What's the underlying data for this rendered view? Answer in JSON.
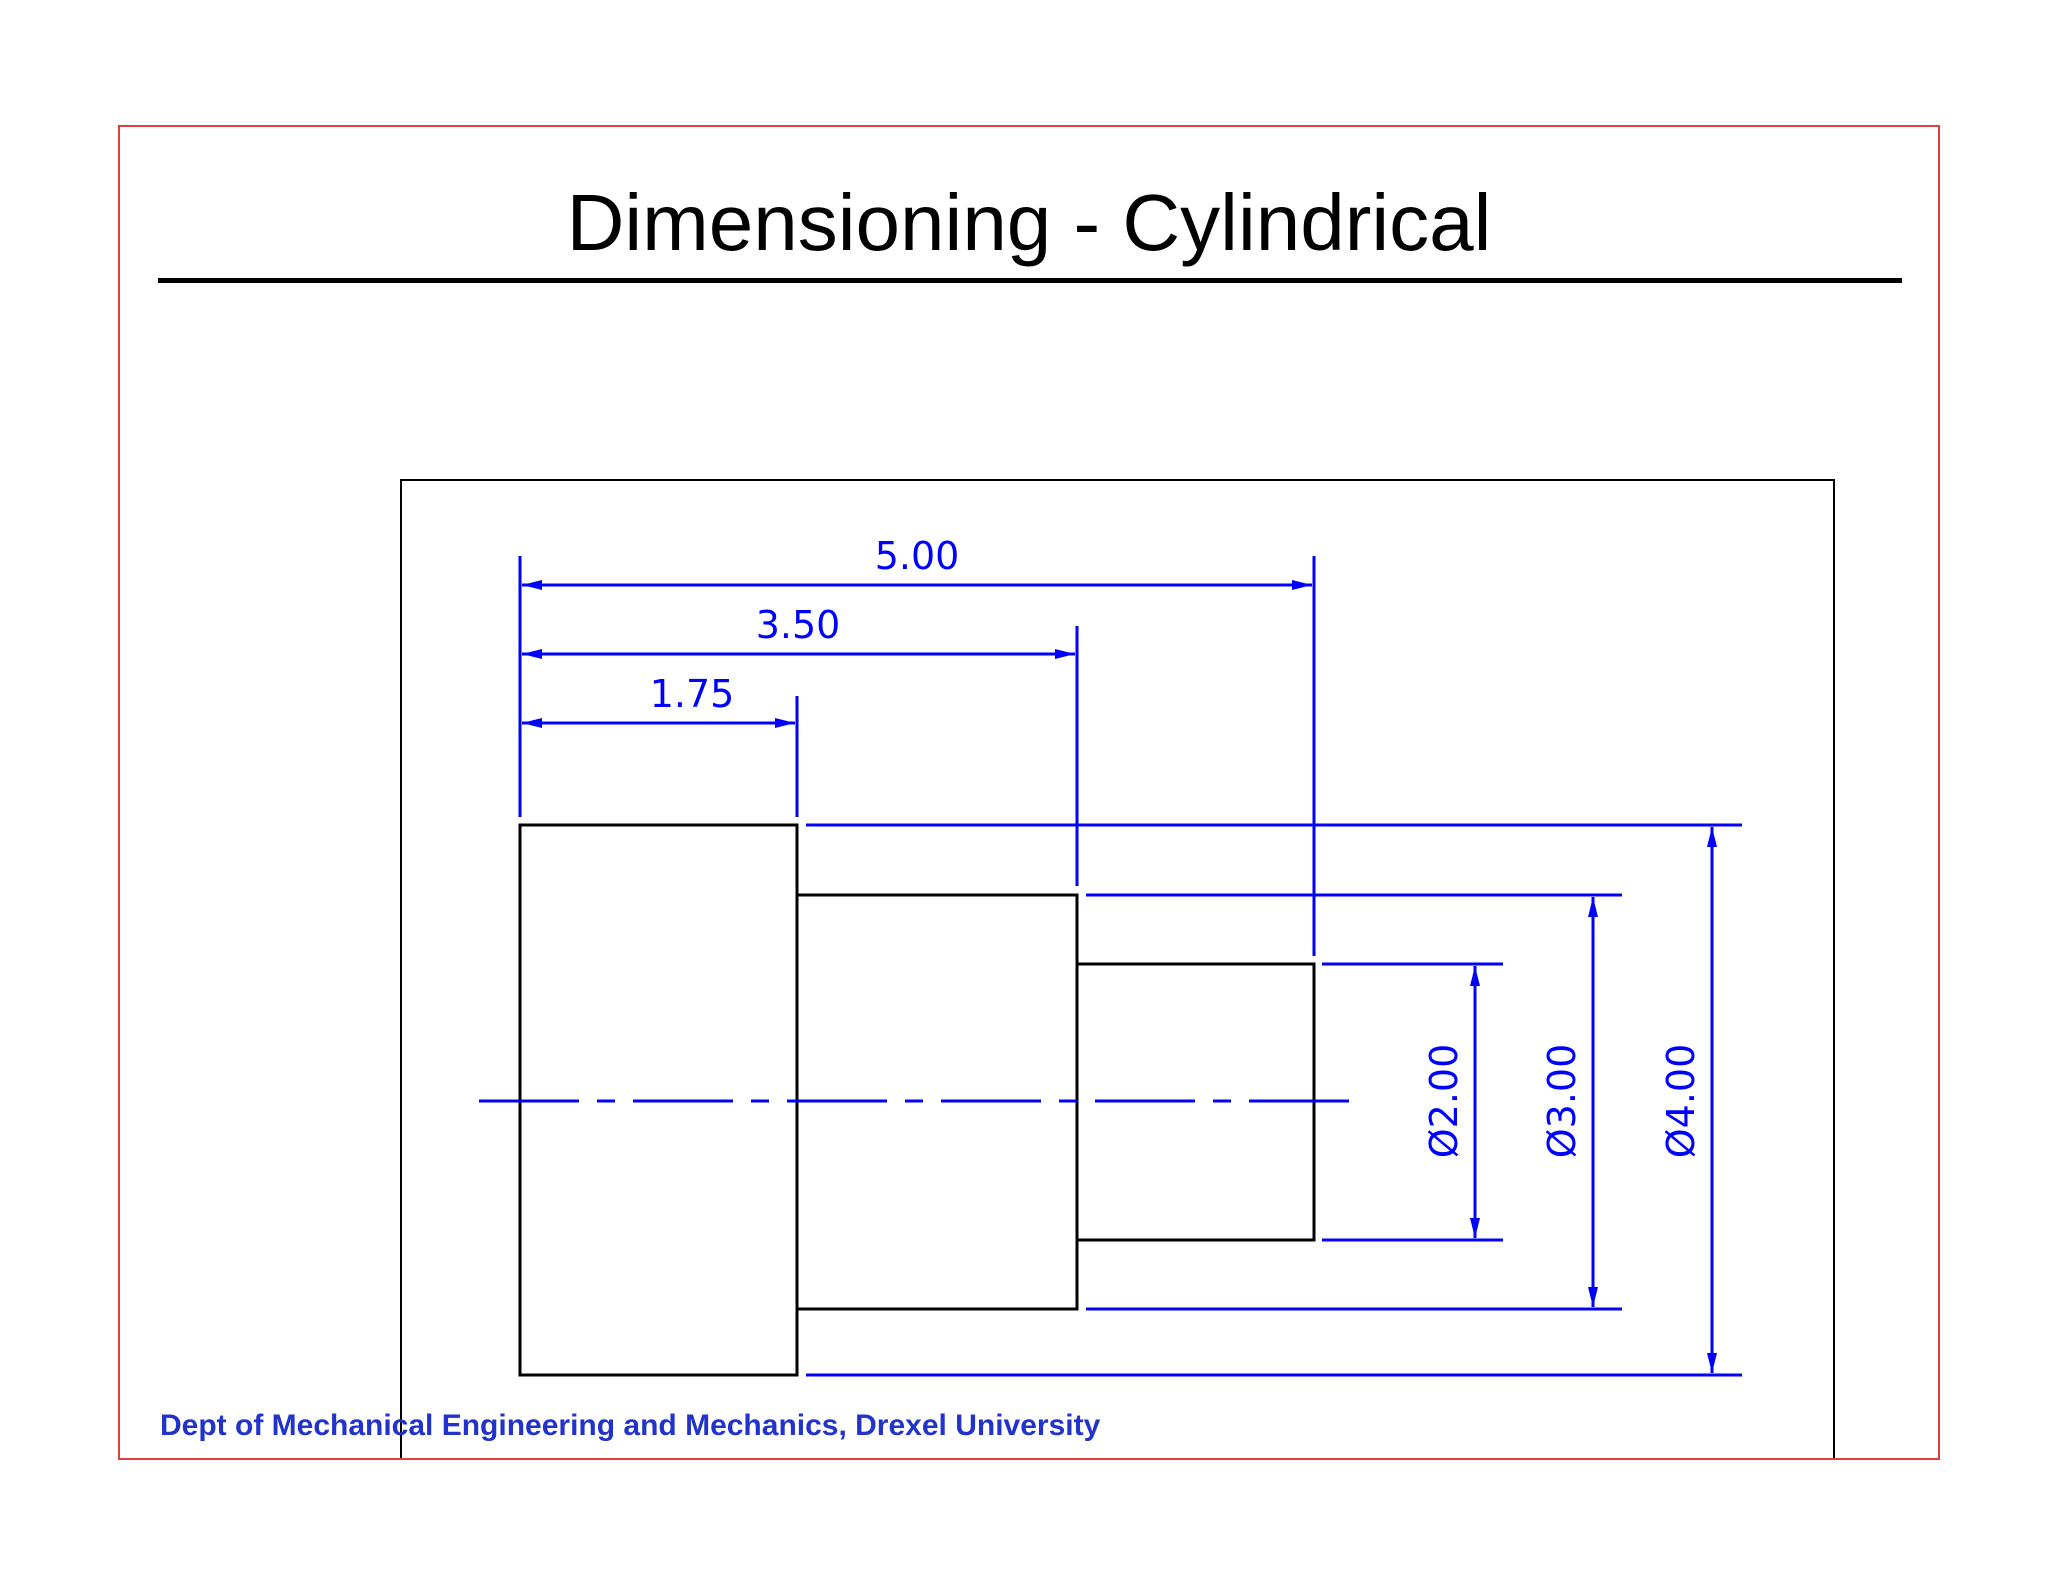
{
  "slide": {
    "title": "Dimensioning - Cylindrical",
    "footer": "Dept of Mechanical Engineering and Mechanics, Drexel University"
  },
  "colors": {
    "frame_border": "#d9403f",
    "dimension_blue": "#0000ff",
    "footer_blue": "#2233cc",
    "outline_black": "#000000"
  },
  "drawing": {
    "length_dims": [
      {
        "id": "len-5",
        "label": "5.00"
      },
      {
        "id": "len-3-5",
        "label": "3.50"
      },
      {
        "id": "len-1-75",
        "label": "1.75"
      }
    ],
    "diameter_dims": [
      {
        "id": "dia-2",
        "label": "Ø2.00"
      },
      {
        "id": "dia-3",
        "label": "Ø3.00"
      },
      {
        "id": "dia-4",
        "label": "Ø4.00"
      }
    ]
  }
}
